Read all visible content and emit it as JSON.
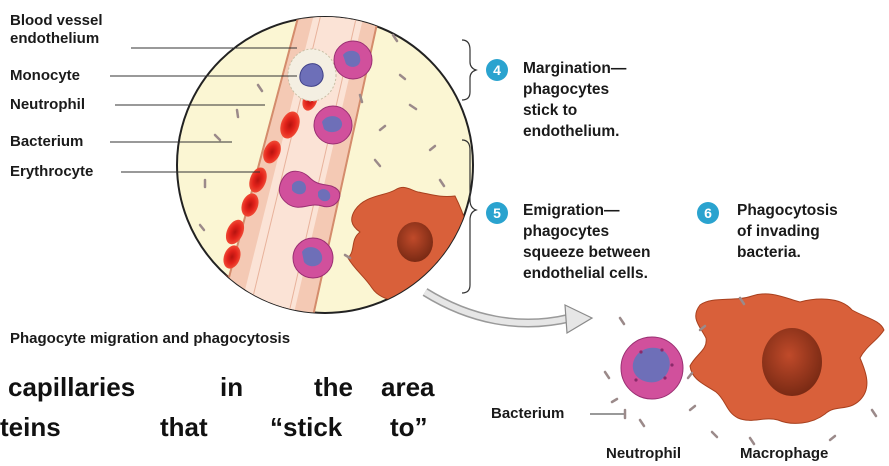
{
  "labels": {
    "blood_vessel_line1": "Blood vessel",
    "blood_vessel_line2": "endothelium",
    "monocyte": "Monocyte",
    "neutrophil": "Neutrophil",
    "bacterium": "Bacterium",
    "erythrocyte": "Erythrocyte"
  },
  "steps": [
    {
      "number": "4",
      "lines": [
        "Margination—",
        "phagocytes",
        "stick to",
        "endothelium."
      ]
    },
    {
      "number": "5",
      "lines": [
        "Emigration—",
        "phagocytes",
        "squeeze between",
        "endothelial cells."
      ]
    },
    {
      "number": "6",
      "lines": [
        "Phagocytosis",
        "of invading",
        "bacteria."
      ]
    }
  ],
  "caption": "Phagocyte migration and phagocytosis",
  "inset_labels": {
    "bacterium": "Bacterium",
    "neutrophil": "Neutrophil",
    "macrophage": "Macrophage"
  },
  "slide_text": {
    "line1": [
      "capillaries",
      "in",
      "the",
      "area"
    ],
    "line2": [
      "teins",
      "that",
      "“stick",
      "to”"
    ]
  },
  "colors": {
    "badge": "#2aa3cf",
    "circle_fill": "#fbf6d3",
    "vessel": "#f7d6c6",
    "erythrocyte": "#e3231b",
    "macrophage": "#d9603a",
    "neutrophil": "#d1509c"
  }
}
